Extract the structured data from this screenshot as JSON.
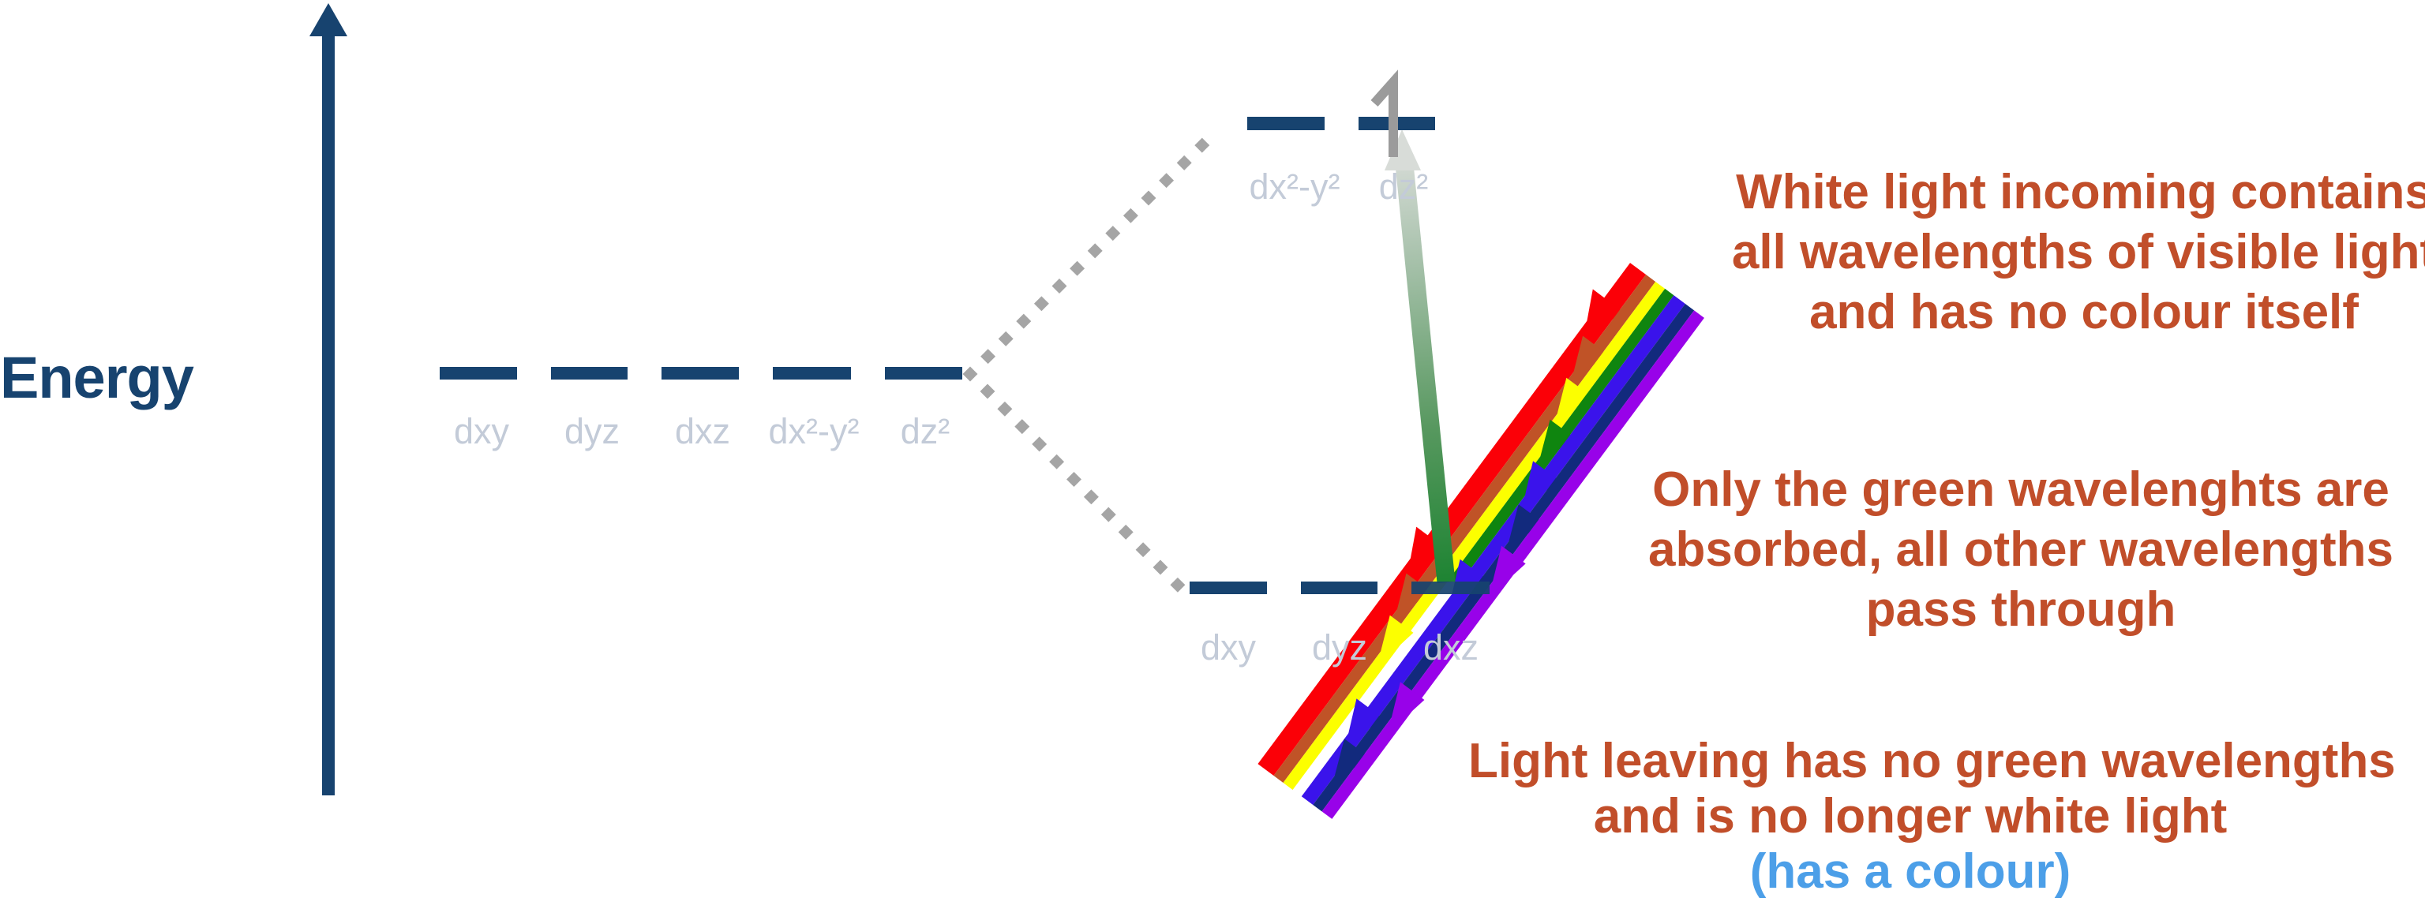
{
  "energy_axis": {
    "label": "Energy"
  },
  "levels": {
    "middle": [
      "dxy",
      "dyz",
      "dxz",
      "dx²-y²",
      "dz²"
    ],
    "upper": [
      "dx²-y²",
      "dz²"
    ],
    "lower": [
      "dxy",
      "dyz",
      "dxz"
    ]
  },
  "annotations": {
    "incoming": [
      "White light incoming contains",
      "all wavelengths of visible light",
      "and has no colour itself"
    ],
    "absorbed": [
      "Only the green wavelenghts are",
      "absorbed, all other wavelengths",
      "pass through"
    ],
    "leaving": [
      "Light leaving has no green wavelengths",
      "and is no longer white light"
    ],
    "leaving_note": "(has a colour)"
  },
  "colors": {
    "diagram_navy": "#17436F",
    "orbital_label_gray": "#C3CBD8",
    "dotted_line_gray": "#A5A5A5",
    "electron_gray": "#9B9B9B",
    "annotation_orange": "#C14E2A",
    "annotation_blue": "#4C9FE8",
    "absorption_arrow_bottom_green": "#1F8433",
    "absorption_arrow_top_pale": "#D9DDD9",
    "rainbow": [
      "#FB0007",
      "#C05327",
      "#FCFF00",
      "#0F850F",
      "#3A13EB",
      "#122A7D",
      "#9802E9"
    ]
  }
}
